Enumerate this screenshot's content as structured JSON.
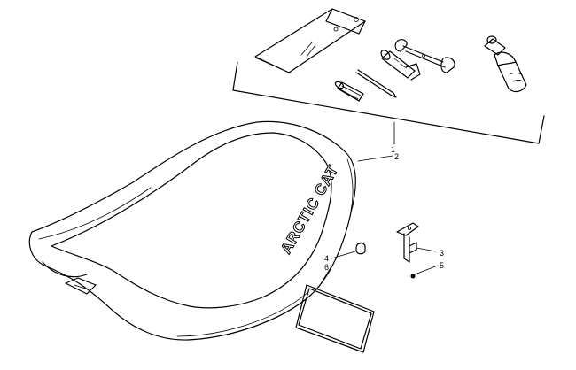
{
  "callouts": {
    "c1": "1",
    "c2": "2",
    "c3": "3",
    "c4": "4",
    "c5": "5",
    "c6": "6"
  },
  "seat_logo_text": "ARCTIC CAT"
}
